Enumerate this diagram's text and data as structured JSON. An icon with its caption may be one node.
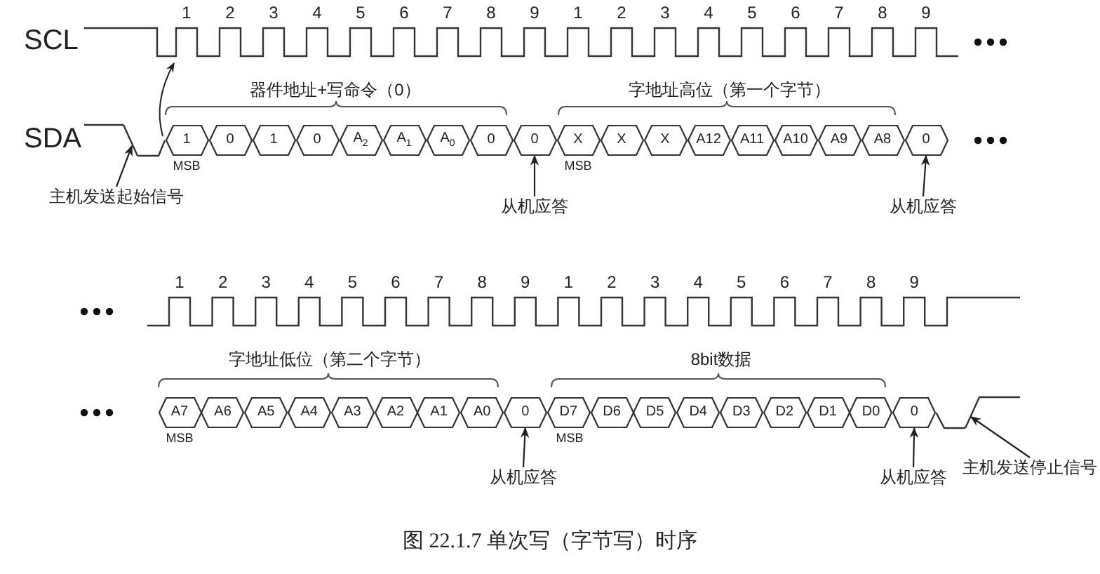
{
  "diagram": {
    "caption": "图 22.1.7 单次写（字节写）时序",
    "nodes": [
      {
        "text": [
          "1"
        ]
      },
      {
        "text": [
          "0"
        ]
      },
      {
        "text": [
          "1"
        ]
      },
      {
        "text": [
          "0"
        ]
      },
      {
        "text": [
          "A$_{2}$"
        ]
      },
      {
        "text": [
          "A$_{1}$"
        ]
      },
      {
        "text": [
          "A$_{0}$"
        ]
      },
      {
        "text": [
          "0"
        ]
      },
      {
        "text": [
          "0"
        ]
      },
      {
        "text": [
          "X"
        ]
      },
      {
        "text": [
          "X"
        ]
      },
      {
        "text": [
          "X"
        ]
      },
      {
        "text": [
          "A12"
        ]
      },
      {
        "text": [
          "A11"
        ]
      },
      {
        "text": [
          "A10"
        ]
      },
      {
        "text": [
          "A9"
        ]
      },
      {
        "text": [
          "A8"
        ]
      },
      {
        "text": [
          "0"
        ]
      },
      {
        "text": [
          "主机发送起始信号"
        ]
      },
      {
        "text": [
          "从机应答"
        ]
      },
      {
        "text": [
          "从机应答"
        ]
      },
      {
        "text": [
          "A7"
        ]
      },
      {
        "text": [
          "A6"
        ]
      },
      {
        "text": [
          "A5"
        ]
      },
      {
        "text": [
          "A4"
        ]
      },
      {
        "text": [
          "A3"
        ]
      },
      {
        "text": [
          "A2"
        ]
      },
      {
        "text": [
          "A1"
        ]
      },
      {
        "text": [
          "A0"
        ]
      },
      {
        "text": [
          "0"
        ]
      },
      {
        "text": [
          "D7"
        ]
      },
      {
        "text": [
          "D6"
        ]
      },
      {
        "text": [
          "D5"
        ]
      },
      {
        "text": [
          "D4"
        ]
      },
      {
        "text": [
          "D3"
        ]
      },
      {
        "text": [
          "D2"
        ]
      },
      {
        "text": [
          "D1"
        ]
      },
      {
        "text": [
          "D0"
        ]
      },
      {
        "text": [
          "0"
        ]
      },
      {
        "text": [
          "从机应答"
        ]
      },
      {
        "text": [
          "从机应答"
        ]
      },
      {
        "text": [
          "主机发送停止信号"
        ]
      },
      {
        "text": [],
        "shape": "line"
      },
      {
        "text": [],
        "shape": "line"
      }
    ],
    "edges": [
      {
        "from": 18,
        "to": 42,
        "arrow": "to"
      },
      {
        "from": 19,
        "to": 8,
        "arrow": "to"
      },
      {
        "from": 20,
        "to": 17,
        "arrow": "to"
      },
      {
        "from": 39,
        "to": 29,
        "arrow": "to"
      },
      {
        "from": 40,
        "to": 38,
        "arrow": "to"
      },
      {
        "from": 41,
        "to": 43,
        "arrow": "to"
      }
    ],
    "labels": [
      "SCL",
      "1",
      "2",
      "3",
      "4",
      "5",
      "6",
      "7",
      "8",
      "9",
      "1",
      "2",
      "3",
      "4",
      "5",
      "6",
      "7",
      "8",
      "9",
      "器件地址+写命令（0）",
      "字地址高位（第一个字节）",
      "SDA",
      "MSB",
      "MSB",
      "1",
      "2",
      "3",
      "4",
      "5",
      "6",
      "7",
      "8",
      "9",
      "1",
      "2",
      "3",
      "4",
      "5",
      "6",
      "7",
      "8",
      "9",
      "字地址低位（第二个字节）",
      "8bit数据",
      "MSB",
      "MSB"
    ]
  }
}
